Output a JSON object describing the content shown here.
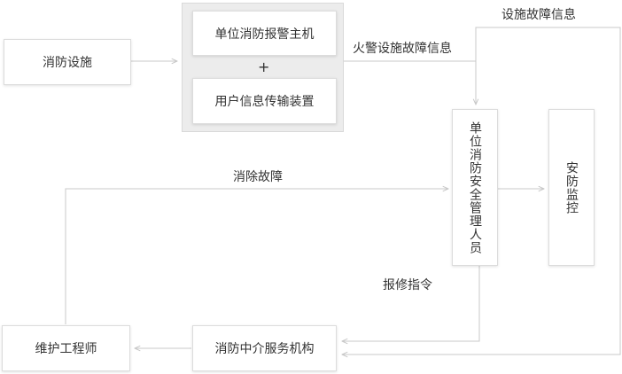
{
  "nodes": {
    "fire_facility": "消防设施",
    "fire_alarm_host": "单位消防报警主机",
    "plus_sign": "+",
    "user_info_device": "用户信息传输装置",
    "fire_safety_manager": "单位消防安全管理人员",
    "security_monitor": "安防监控",
    "maintenance_engineer": "维护工程师",
    "fire_service_agency": "消防中介服务机构"
  },
  "edge_labels": {
    "facility_fault_info_top": "设施故障信息",
    "fire_alarm_fault_info": "火警设施故障信息",
    "clear_fault": "消除故障",
    "repair_order": "报修指令"
  },
  "colors": {
    "line": "#c8c8c8",
    "box_border": "#dcdcdc",
    "group_bg": "#ececec",
    "text": "#333333"
  }
}
